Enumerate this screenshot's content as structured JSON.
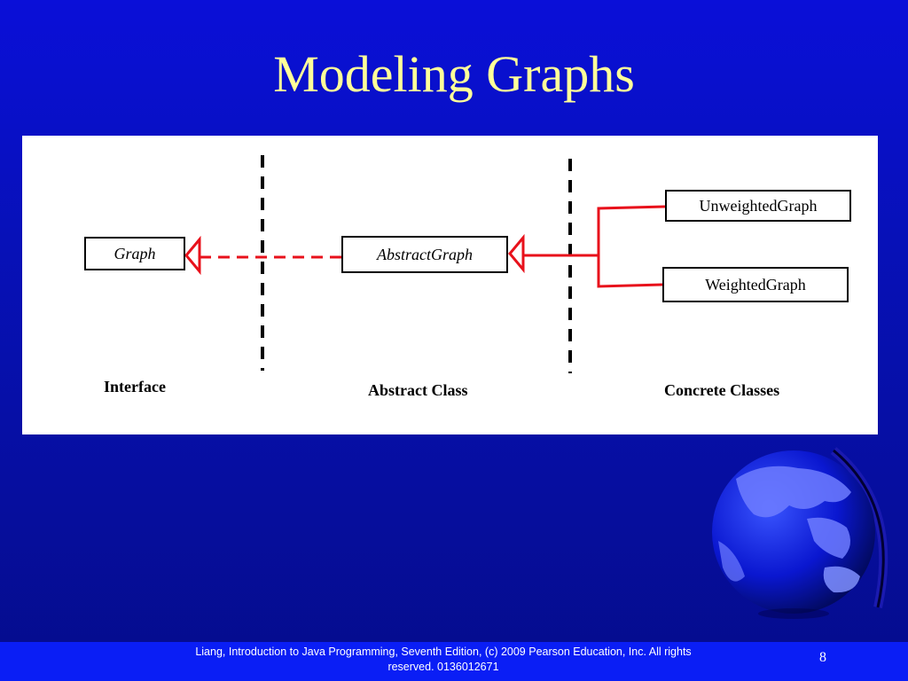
{
  "slide": {
    "title": "Modeling Graphs",
    "page_number": "8",
    "footer": "Liang, Introduction to Java Programming, Seventh Edition, (c) 2009 Pearson Education, Inc. All rights reserved. 0136012671"
  },
  "diagram": {
    "nodes": {
      "graph": "Graph",
      "abstract_graph": "AbstractGraph",
      "unweighted_graph": "UnweightedGraph",
      "weighted_graph": "WeightedGraph"
    },
    "categories": {
      "interface": "Interface",
      "abstract_class": "Abstract Class",
      "concrete_classes": "Concrete Classes"
    },
    "relationships": [
      {
        "from": "AbstractGraph",
        "to": "Graph",
        "type": "implements",
        "style": "dashed"
      },
      {
        "from": "UnweightedGraph",
        "to": "AbstractGraph",
        "type": "extends",
        "style": "solid"
      },
      {
        "from": "WeightedGraph",
        "to": "AbstractGraph",
        "type": "extends",
        "style": "solid"
      }
    ],
    "colors": {
      "relationship_line": "#e8111b",
      "separator": "#000000",
      "title": "#ffff99"
    }
  }
}
